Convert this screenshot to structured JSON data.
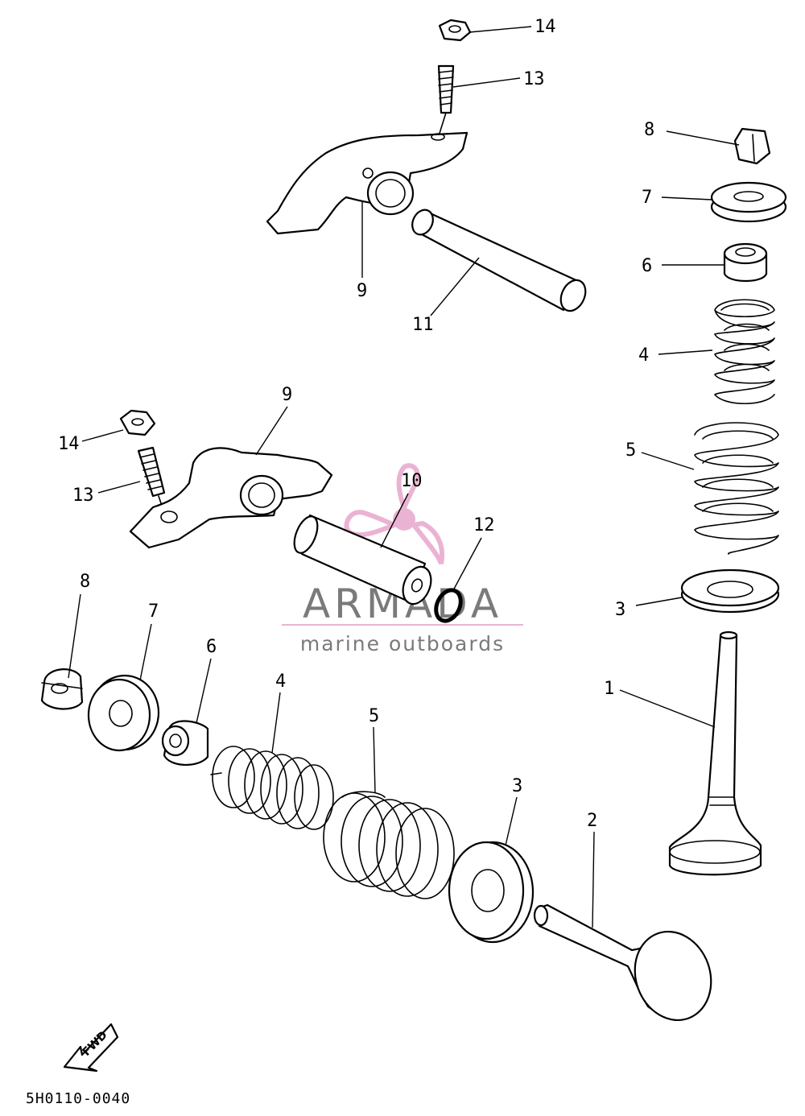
{
  "diagram": {
    "callouts": {
      "c14_top": "14",
      "c13_top": "13",
      "c9_top": "9",
      "c11": "11",
      "c8_right": "8",
      "c7_right": "7",
      "c6_right": "6",
      "c4_right": "4",
      "c5_right": "5",
      "c3_right": "3",
      "c1": "1",
      "c9_mid": "9",
      "c14_mid": "14",
      "c13_mid": "13",
      "c10": "10",
      "c12": "12",
      "c8_left": "8",
      "c7_left": "7",
      "c6_left": "6",
      "c4_left": "4",
      "c5_left": "5",
      "c3_left": "3",
      "c2": "2"
    },
    "drawing_code": "5H0110-0040",
    "fwd_label": "FWD"
  },
  "watermark": {
    "brand": "ARMADA",
    "tagline": "marine outboards",
    "accent_color": "#e8a6cc",
    "text_color": "#7a7a7a"
  }
}
